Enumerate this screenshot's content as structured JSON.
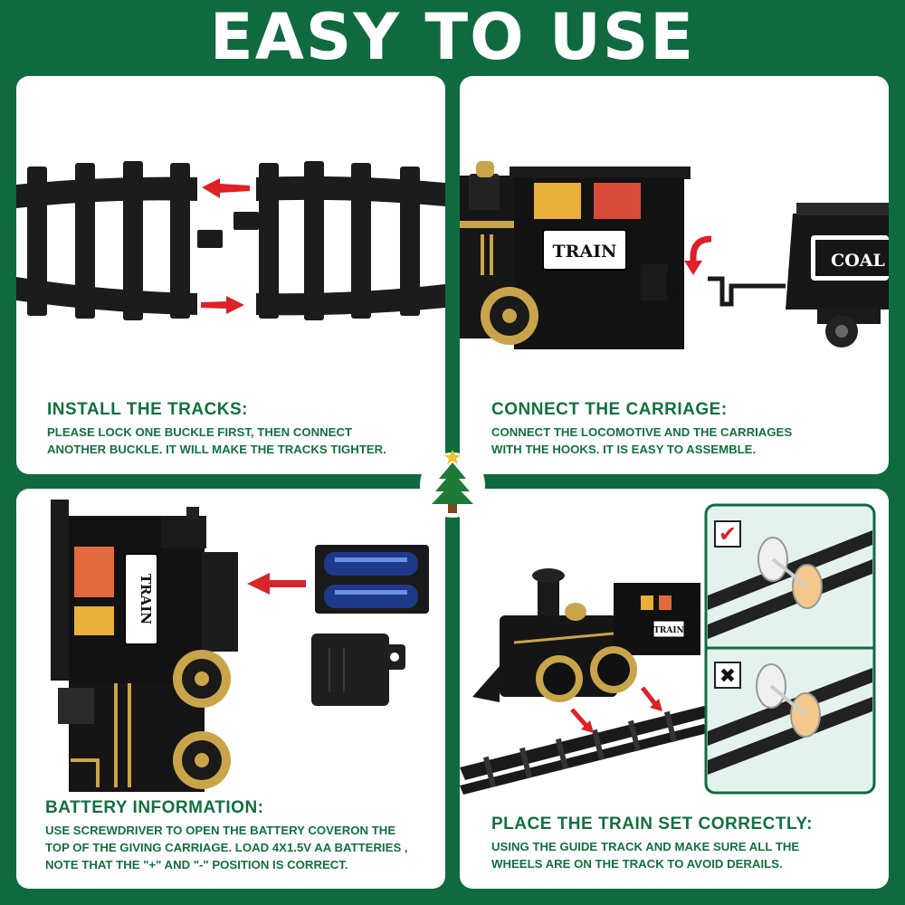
{
  "header": {
    "title": "EASY TO USE"
  },
  "colors": {
    "background": "#0f6b3f",
    "accent_green": "#127040",
    "arrow_red": "#e01f26",
    "panel": "#ffffff",
    "track": "#1a1a1a"
  },
  "panels": [
    {
      "heading": "INSTALL THE TRACKS:",
      "lines": [
        "PLEASE LOCK ONE BUCKLE FIRST, THEN CONNECT",
        "ANOTHER BUCKLE. IT WILL MAKE THE TRACKS TIGHTER."
      ]
    },
    {
      "heading": "CONNECT THE CARRIAGE:",
      "lines": [
        "CONNECT THE LOCOMOTIVE AND THE CARRIAGES",
        "WITH THE HOOKS. IT IS EASY TO ASSEMBLE."
      ],
      "loco_label": "TRAIN",
      "car_label": "COAL"
    },
    {
      "heading": "BATTERY INFORMATION:",
      "lines": [
        "USE SCREWDRIVER TO OPEN THE BATTERY COVERON THE",
        "TOP OF THE GIVING CARRIAGE. LOAD 4X1.5V AA BATTERIES ,",
        "NOTE THAT THE \"+\" AND \"-\" POSITION IS CORRECT."
      ],
      "loco_label": "TRAIN"
    },
    {
      "heading": "PLACE THE TRAIN SET CORRECTLY:",
      "lines": [
        "USING THE GUIDE TRACK AND MAKE SURE ALL THE",
        "WHEELS ARE ON THE TRACK TO AVOID DERAILS."
      ],
      "loco_label": "TRAIN",
      "correct_mark": "✔",
      "wrong_mark": "✖"
    }
  ],
  "icons": [
    "left-arrow-icon",
    "right-arrow-icon",
    "curved-down-arrow-icon",
    "christmas-tree-icon",
    "checkmark-icon",
    "cross-icon"
  ]
}
